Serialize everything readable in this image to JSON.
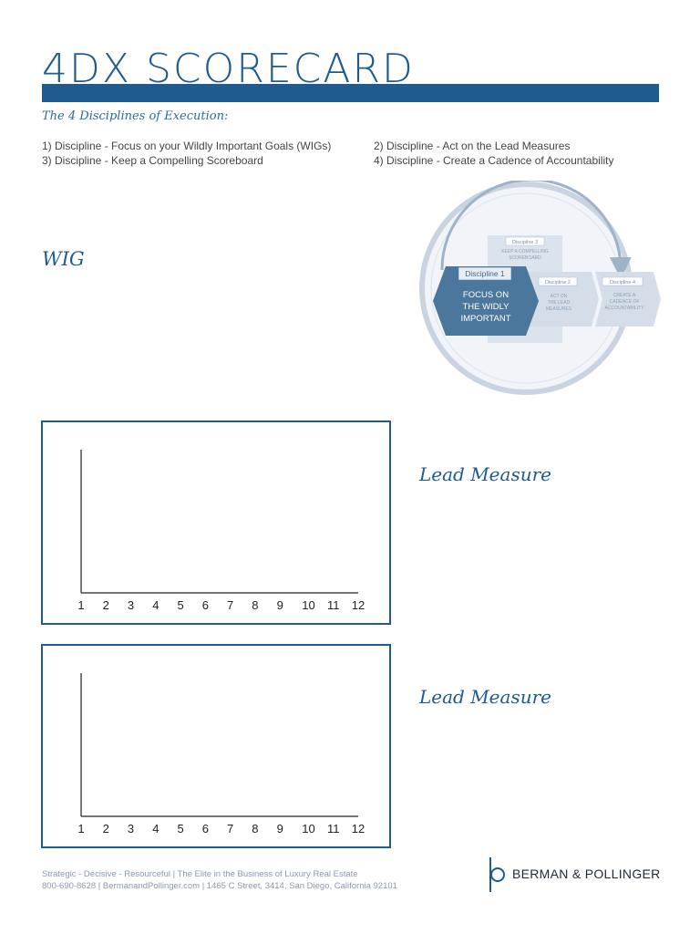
{
  "header": {
    "title": "4DX SCORECARD",
    "subtitle": "The 4 Disciplines of Execution:"
  },
  "disciplines": [
    "1) Discipline - Focus on your Wildly Important Goals (WIGs)",
    "2) Discipline - Act on the Lead Measures",
    "3) Discipline - Keep a Compelling Scoreboard",
    "4) Discipline - Create a Cadence of Accountability"
  ],
  "wig_label": "WIG",
  "diagram": {
    "d1_tag": "Discipline 1",
    "d1_text": [
      "FOCUS ON",
      "THE WIDLY",
      "IMPORTANT"
    ],
    "d2_tag": "Discipline 2",
    "d2_text": [
      "ACT ON",
      "THE LEAD",
      "MEASURES"
    ],
    "d3_tag": "Discipline 3",
    "d3_text": [
      "KEEP A COMPELLING",
      "SCOREBOARD"
    ],
    "d4_tag": "Discipline 4",
    "d4_text": [
      "CREATE A",
      "CADENCE OF",
      "ACCOUNTABILITY"
    ]
  },
  "lead_measures": [
    {
      "label": "Lead Measure"
    },
    {
      "label": "Lead Measure"
    }
  ],
  "chart_data": [
    {
      "type": "line",
      "categories": [
        "1",
        "2",
        "3",
        "4",
        "5",
        "6",
        "7",
        "8",
        "9",
        "10",
        "11",
        "12"
      ],
      "series": []
    },
    {
      "type": "line",
      "categories": [
        "1",
        "2",
        "3",
        "4",
        "5",
        "6",
        "7",
        "8",
        "9",
        "10",
        "11",
        "12"
      ],
      "series": []
    }
  ],
  "footer": {
    "line1": "Strategic - Decisive - Resourceful | The Elite in the Business of Luxury Real Estate",
    "line2": "800-690-8628 | BermanandPollinger.com | 1465 C Street, 3414, San Diego, California 92101",
    "logo_text": "BERMAN & POLLINGER"
  },
  "colors": {
    "brand": "#1f5b8f",
    "circle": "#c9d4e0",
    "d1_fill": "#4b779c",
    "chevron_light": "#d5dee8",
    "footer_text": "#8a9aae"
  }
}
